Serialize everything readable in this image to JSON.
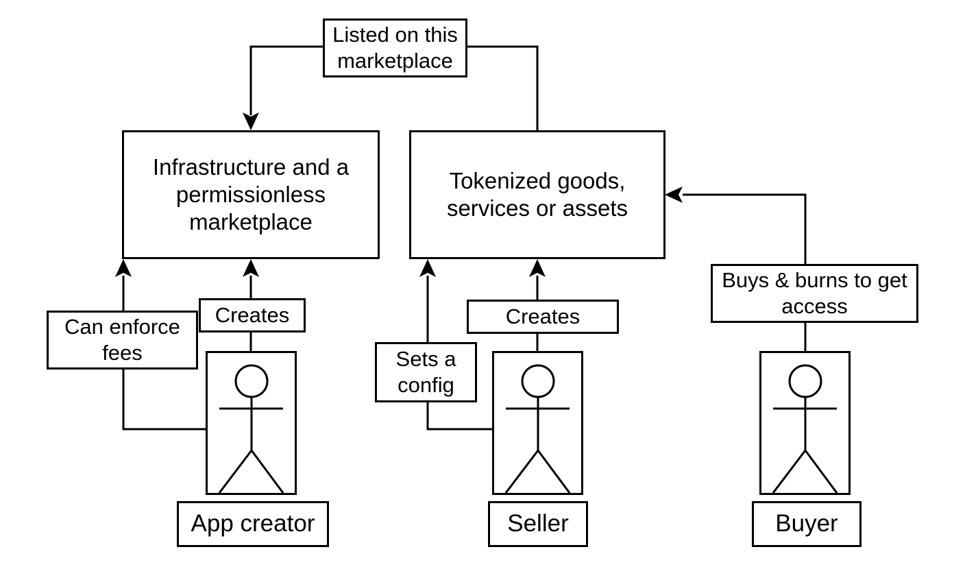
{
  "nodes": {
    "infrastructure": {
      "text": "Infrastructure and a\npermissionless\nmarketplace"
    },
    "tokenized": {
      "text": "Tokenized goods,\nservices or assets"
    }
  },
  "edge_labels": {
    "listed": "Listed on this\nmarketplace",
    "can_enforce_fees": "Can enforce\nfees",
    "app_creates": "Creates",
    "sets_config": "Sets a\nconfig",
    "seller_creates": "Creates",
    "buys_burns": "Buys & burns to get\naccess"
  },
  "actors": {
    "app_creator": {
      "label": "App creator"
    },
    "seller": {
      "label": "Seller"
    },
    "buyer": {
      "label": "Buyer"
    }
  },
  "colors": {
    "stroke": "#000000",
    "background": "#ffffff"
  }
}
